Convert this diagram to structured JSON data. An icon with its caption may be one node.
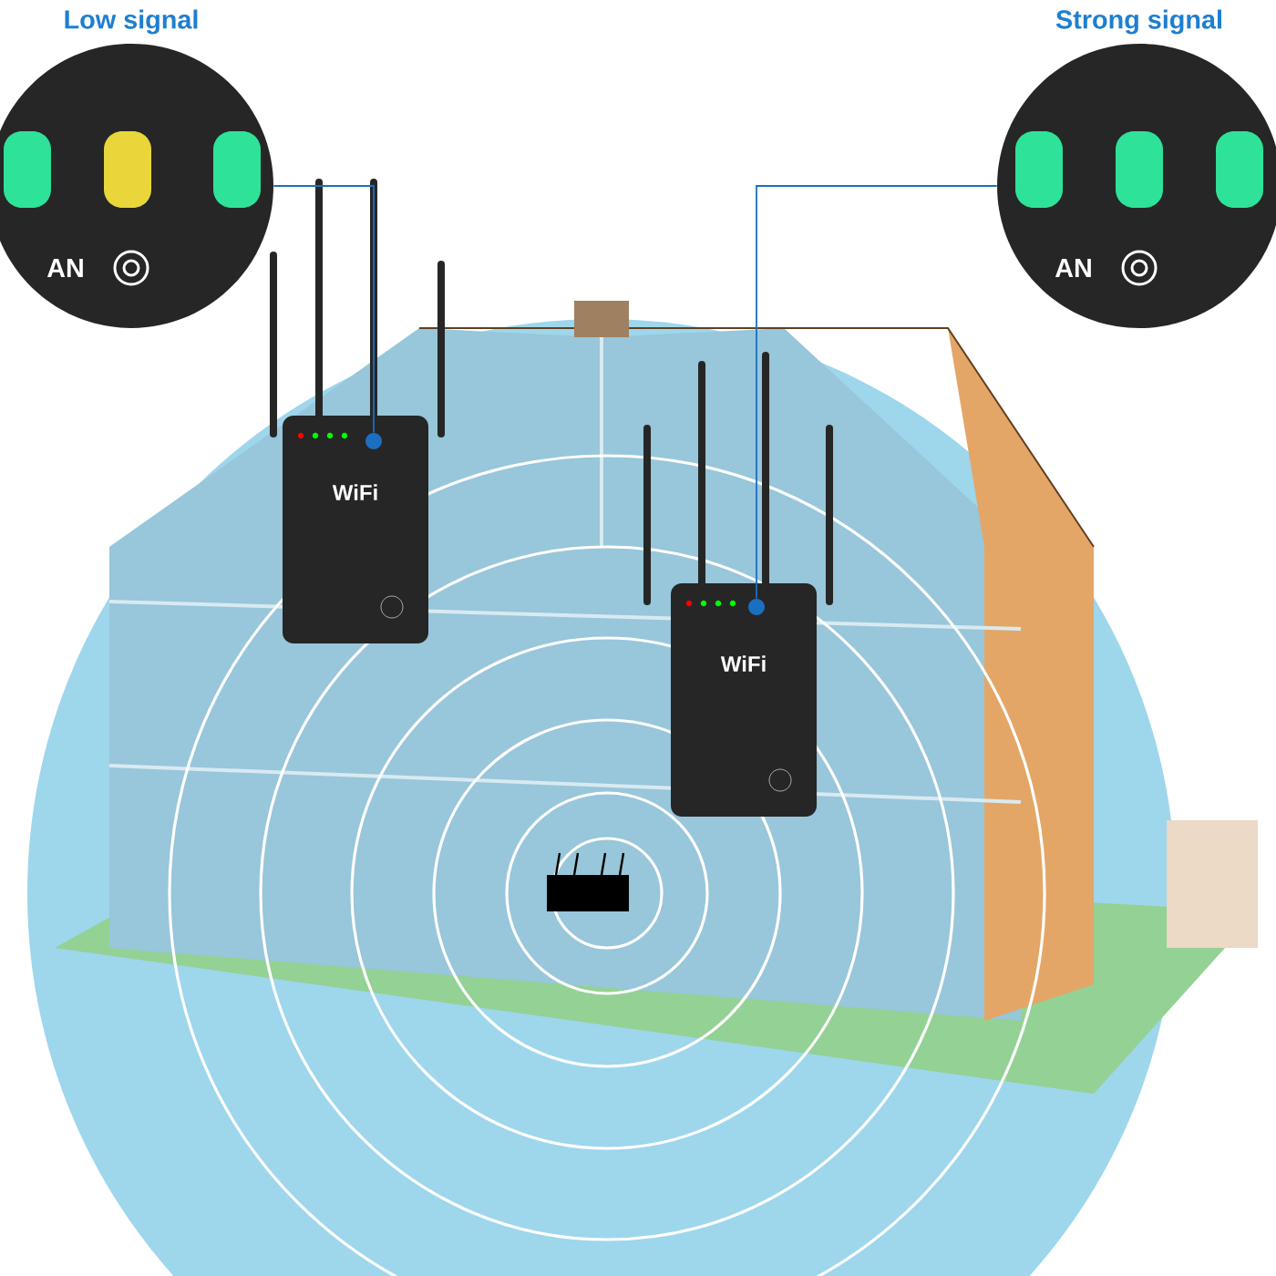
{
  "diagram": {
    "nodes": [
      {
        "text": [
          "Low signal"
        ]
      },
      {
        "text": [],
        "shape": "circle"
      },
      {
        "text": [
          "Strong signal"
        ]
      },
      {
        "text": [],
        "shape": "circle"
      }
    ],
    "edges": [
      {
        "from": 0,
        "to": 1,
        "arrow": "none"
      },
      {
        "from": 2,
        "to": 3,
        "arrow": "none"
      }
    ],
    "labels": [
      "AN",
      "AN",
      "WiFi",
      "WiFi"
    ]
  }
}
